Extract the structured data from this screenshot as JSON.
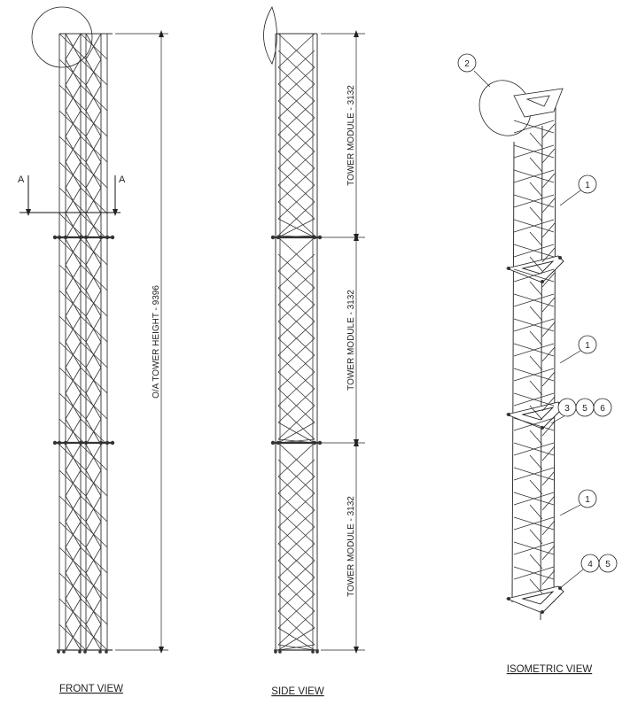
{
  "views": {
    "front": {
      "title": "FRONT VIEW"
    },
    "side": {
      "title": "SIDE VIEW"
    },
    "iso": {
      "title": "ISOMETRIC VIEW"
    }
  },
  "dimensions": {
    "overall": "O/A TOWER HEIGHT - 9396",
    "module_top": "TOWER MODULE - 3132",
    "module_mid": "TOWER MODULE - 3132",
    "module_bottom": "TOWER MODULE - 3132"
  },
  "section_marker": {
    "left": "A",
    "right": "A"
  },
  "balloons": {
    "b1": "2",
    "b2": "1",
    "b3": "1",
    "b4": "3",
    "b5": "5",
    "b6": "6",
    "b7": "1",
    "b8": "4",
    "b9": "5"
  }
}
